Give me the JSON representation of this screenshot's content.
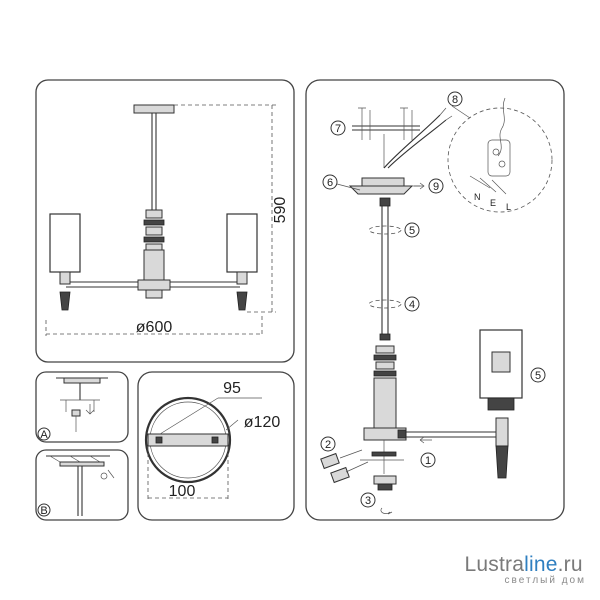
{
  "dimensions": {
    "height": "590",
    "diameter": "ø600",
    "plate_width": "95",
    "plate_diameter": "ø120",
    "plate_length": "100"
  },
  "details": {
    "a": "A",
    "b": "B"
  },
  "steps": [
    "1",
    "2",
    "3",
    "4",
    "5",
    "5",
    "6",
    "7",
    "8",
    "9"
  ],
  "wire_labels": [
    "N",
    "E",
    "L"
  ],
  "brand": {
    "name_main": "Lustra",
    "name_accent": "line",
    "name_tld": ".ru",
    "subtitle": "светлый дом"
  },
  "colors": {
    "line": "#333333",
    "accent": "#2f7fc0",
    "brand_grey": "#7a7a7a"
  }
}
